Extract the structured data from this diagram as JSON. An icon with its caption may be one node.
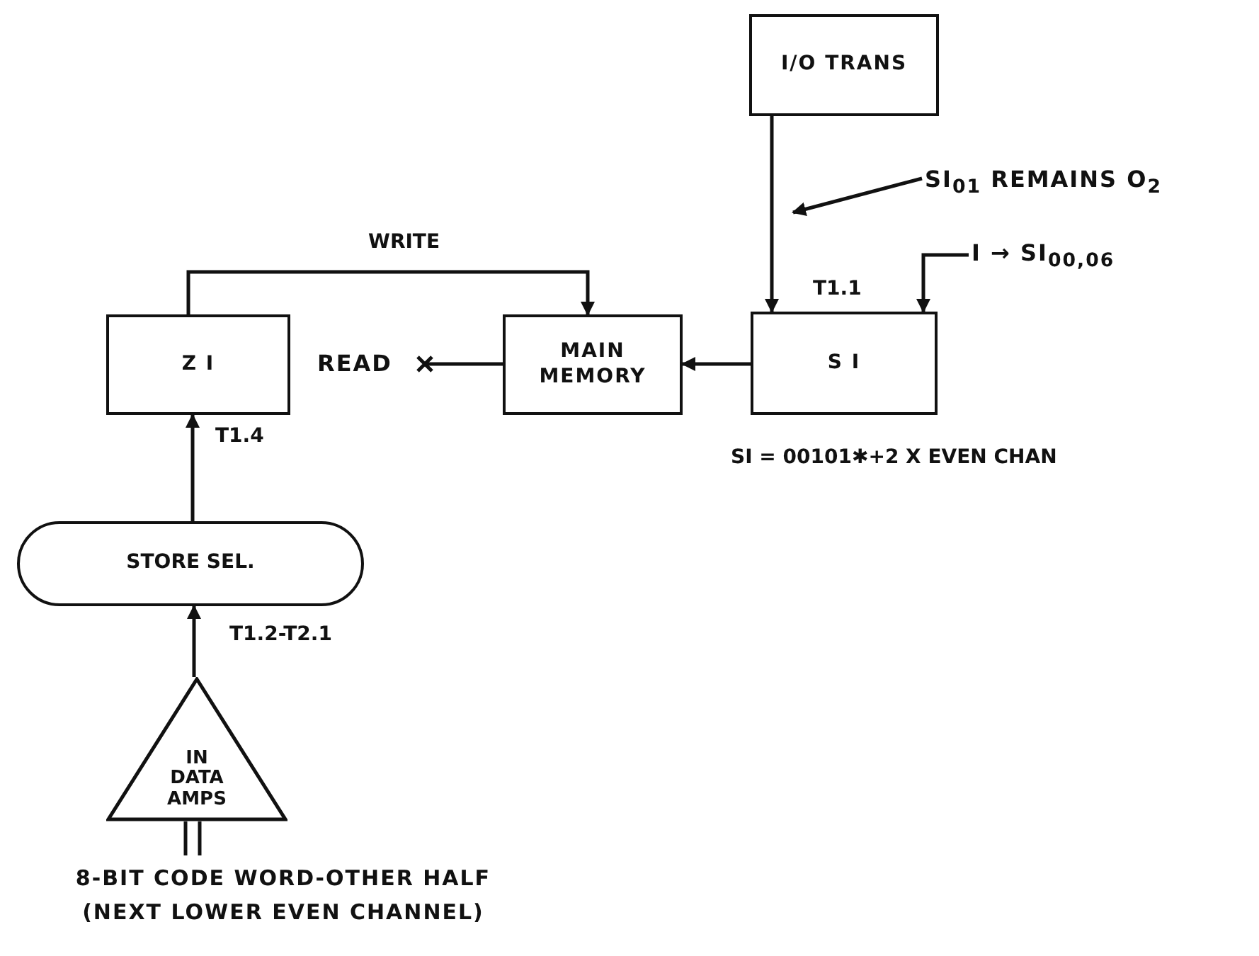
{
  "diagram": {
    "nodes": [
      {
        "text": [
          "I/O TRANS"
        ]
      },
      {
        "text": [
          "Z I"
        ]
      },
      {
        "text": [
          "MAIN MEMORY"
        ]
      },
      {
        "text": [
          "S I"
        ],
        "beside": [
          "T1.1",
          "SI = 00101✱+2 X EVEN CHAN"
        ]
      },
      {
        "text": [
          "STORE SEL."
        ]
      },
      {
        "text": [
          "IN DATA AMPS"
        ]
      },
      {
        "text": [
          "SI$_{01}$ REMAINS O$_{2}$"
        ]
      },
      {
        "text": [
          "I → SI$_{00,06}$"
        ]
      },
      {
        "text": [
          "READ"
        ]
      },
      {
        "text": [
          "8-BIT CODE WORD-OTHER HALF (NEXT LOWER EVEN CHANNEL)"
        ]
      }
    ],
    "edges": [
      {
        "from": 0,
        "to": 3,
        "arrow": "to"
      },
      {
        "from": 6,
        "to": null,
        "arrow": "to"
      },
      {
        "from": 7,
        "to": 3,
        "arrow": "to"
      },
      {
        "from": 3,
        "to": 2,
        "arrow": "to"
      },
      {
        "from": 8,
        "to": 2,
        "arrow": "none"
      },
      {
        "from": 1,
        "to": 2,
        "arrow": "to",
        "label": "WRITE"
      },
      {
        "from": 4,
        "to": 1,
        "arrow": "to",
        "label": "T1.4"
      },
      {
        "from": 5,
        "to": 4,
        "arrow": "to",
        "label": "T1.2-T2.1"
      },
      {
        "from": 9,
        "to": 5,
        "arrow": "none"
      }
    ]
  }
}
